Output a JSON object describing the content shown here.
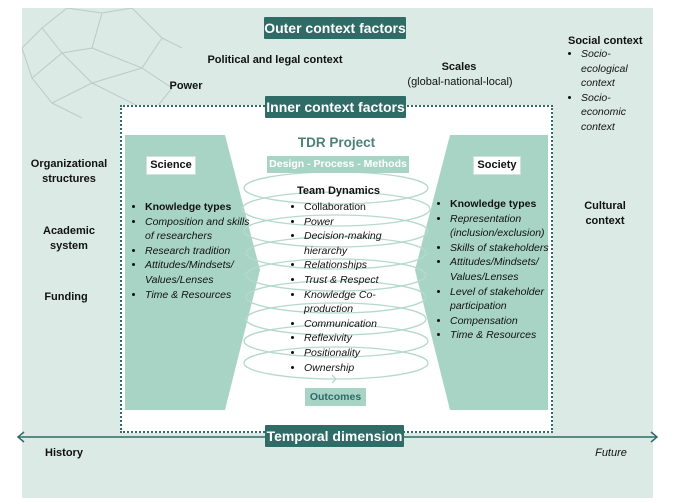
{
  "outer": {
    "title": "Outer context factors",
    "political": "Political and legal context",
    "power": "Power",
    "scales_title": "Scales",
    "scales_sub": "(global-national-local)",
    "social_title": "Social context",
    "social_items": [
      "Socio-ecological context",
      "Socio-economic context"
    ],
    "cultural": "Cultural context",
    "left_items": [
      "Organizational structures",
      "Academic system",
      "Funding"
    ]
  },
  "inner": {
    "title": "Inner context factors",
    "project_title": "TDR Project",
    "dpm": "Design - Process - Methods",
    "outcomes": "Outcomes"
  },
  "science": {
    "label": "Science",
    "items": [
      "Knowledge types",
      "Composition and skills of researchers",
      "Research tradition",
      "Attitudes/Mindsets/ Values/Lenses",
      "Time & Resources"
    ]
  },
  "society": {
    "label": "Society",
    "items": [
      "Knowledge types",
      "Representation (inclusion/exclusion)",
      "Skills of stakeholders",
      "Attitudes/Mindsets/ Values/Lenses",
      "Level of stakeholder participation",
      "Compensation",
      "Time & Resources"
    ]
  },
  "team": {
    "title": "Team Dynamics",
    "items": [
      "Collaboration",
      "Power",
      "Decision-making hierarchy",
      "Relationships",
      "Trust & Respect",
      "Knowledge Co-production",
      "Communication",
      "Reflexivity",
      "Positionality",
      "Ownership"
    ]
  },
  "temporal": {
    "title": "Temporal dimension",
    "left": "History",
    "right": "Future"
  },
  "colors": {
    "dark_teal": "#2f6b67",
    "light_teal": "#a8d4c6",
    "pale_teal": "#dbeae5"
  }
}
